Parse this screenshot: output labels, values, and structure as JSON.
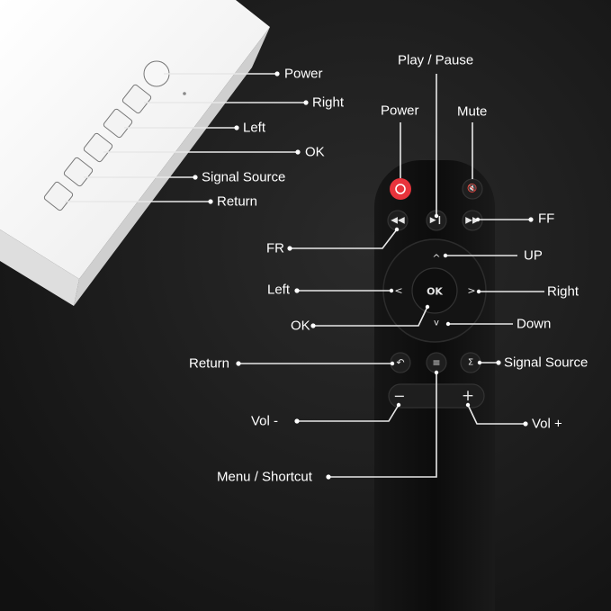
{
  "projector_labels": {
    "power": "Power",
    "right": "Right",
    "left": "Left",
    "ok": "OK",
    "signal_source": "Signal Source",
    "return": "Return"
  },
  "remote_labels": {
    "play_pause": "Play / Pause",
    "power": "Power",
    "mute": "Mute",
    "ff": "FF",
    "fr": "FR",
    "up": "UP",
    "left": "Left",
    "right": "Right",
    "ok": "OK",
    "down": "Down",
    "return": "Return",
    "signal_source": "Signal Source",
    "vol_minus": "Vol -",
    "vol_plus": "Vol +",
    "menu_shortcut": "Menu / Shortcut"
  },
  "remote_buttons": {
    "ok_glyph": "OK",
    "up_glyph": "^",
    "left_glyph": "<",
    "right_glyph": ">",
    "down_glyph": "v",
    "minus_glyph": "−",
    "plus_glyph": "+"
  },
  "colors": {
    "background": "#1a1a1a",
    "power_button": "#e8343c",
    "remote_body": "#0f0f0f",
    "projector": "#f4f4f4"
  }
}
